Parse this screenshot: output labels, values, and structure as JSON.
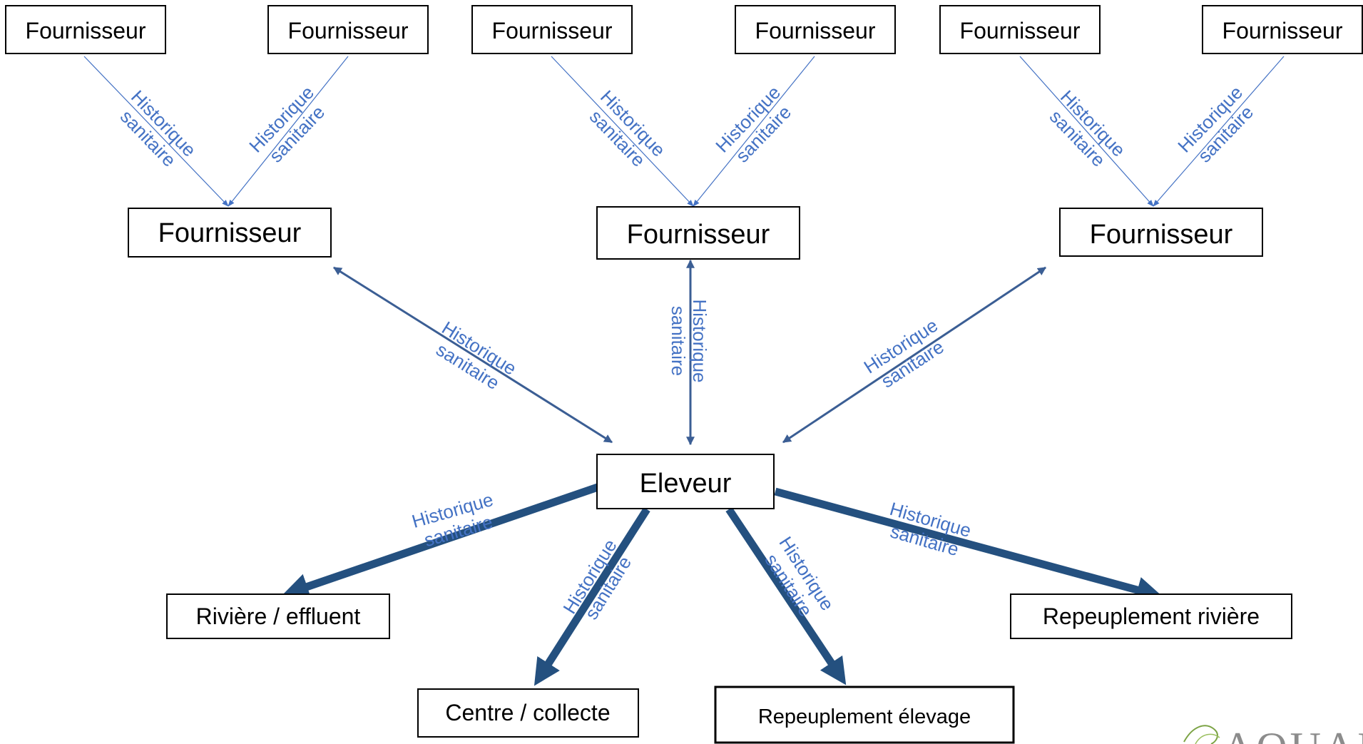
{
  "nodes": {
    "top_supplier_1": "Fournisseur",
    "top_supplier_2": "Fournisseur",
    "top_supplier_3": "Fournisseur",
    "top_supplier_4": "Fournisseur",
    "top_supplier_5": "Fournisseur",
    "top_supplier_6": "Fournisseur",
    "mid_supplier_left": "Fournisseur",
    "mid_supplier_center": "Fournisseur",
    "mid_supplier_right": "Fournisseur",
    "breeder": "Eleveur",
    "river_effluent": "Rivière / effluent",
    "center_collection": "Centre / collecte",
    "restocking_breeding": "Repeuplement élevage",
    "restocking_river": "Repeuplement rivière"
  },
  "edge_label": {
    "line1": "Historique",
    "line2": "sanitaire"
  },
  "logo": {
    "text": "AQUAREA"
  },
  "colors": {
    "thin_edge": "#4472C4",
    "medium_edge": "#3B5E94",
    "thick_edge": "#24507F",
    "label": "#4472C4"
  }
}
